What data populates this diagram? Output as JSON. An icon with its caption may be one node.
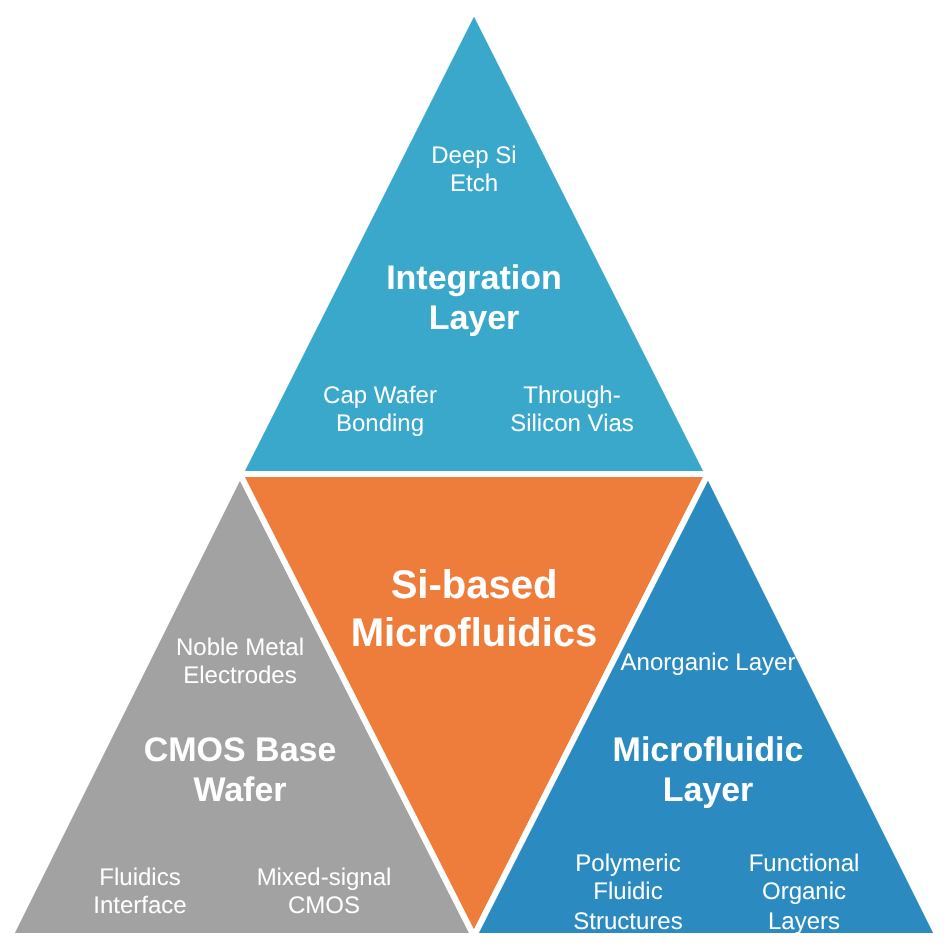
{
  "diagram": {
    "nodes": [
      {
        "text": [
          "Deep Si Etch",
          "Integration Layer",
          "Cap Wafer Bonding",
          "Through-Silicon Vias"
        ]
      },
      {
        "text": [
          "Noble Metal Electrodes",
          "CMOS Base Wafer",
          "Fluidics Interface",
          "Mixed-signal CMOS"
        ]
      },
      {
        "text": [
          "Si-based Microfluidics"
        ]
      },
      {
        "text": [
          "Anorganic Layer",
          "Microfluidic Layer",
          "Polymeric Fluidic Structures",
          "Functional Organic Layers"
        ]
      }
    ]
  }
}
